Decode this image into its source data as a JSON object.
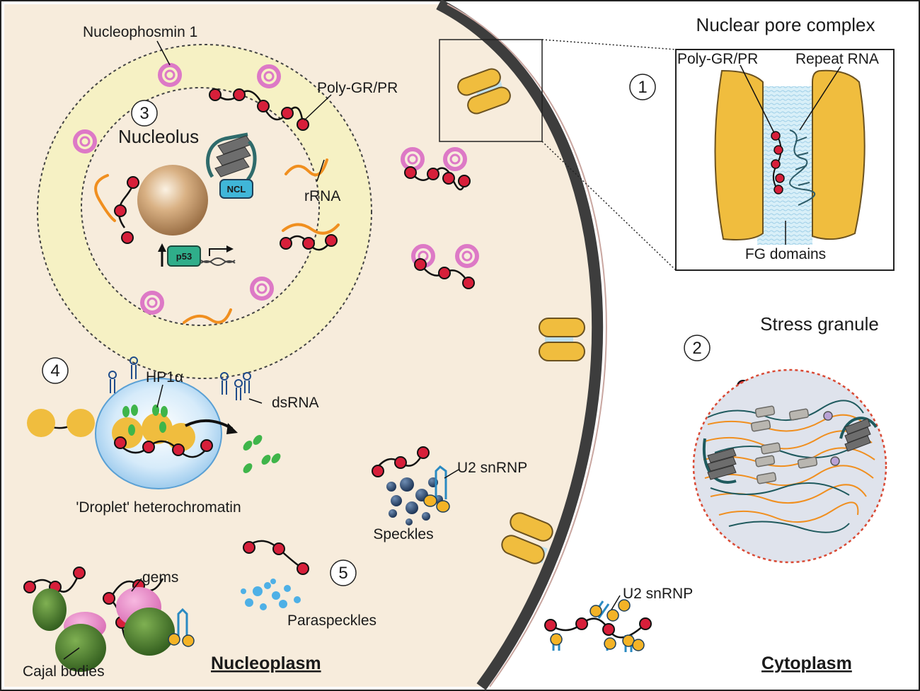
{
  "labels": {
    "nucleophosmin": "Nucleophosmin 1",
    "poly_gr_pr_nucleolus": "Poly-GR/PR",
    "nucleolus": "Nucleolus",
    "ncl": "NCL",
    "rrna": "rRNA",
    "p53": "p53",
    "npc_title": "Nuclear pore complex",
    "npc_polygr": "Poly-GR/PR",
    "npc_repeat_rna": "Repeat RNA",
    "fg_domains": "FG domains",
    "stress_granule": "Stress granule",
    "hp1a": "HP1α",
    "dsrna": "dsRNA",
    "droplet": "'Droplet' heterochromatin",
    "u2_nuclear": "U2 snRNP",
    "speckles": "Speckles",
    "gems": "gems",
    "paraspeckles": "Paraspeckles",
    "cajal": "Cajal bodies",
    "nucleoplasm": "Nucleoplasm",
    "u2_cyto": "U2 snRNP",
    "cytoplasm": "Cytoplasm"
  },
  "steps": [
    "1",
    "2",
    "3",
    "4",
    "5"
  ],
  "colors": {
    "nucleoplasm_fill": "#f7ecdc",
    "nucleolus_zone": "#f6f1c4",
    "envelope": "#3b3b3b",
    "pore": "#f0bd3e",
    "dipeptide_bead": "#d71f3a",
    "nucleophosmin": "#dd79c6",
    "rrna": "#f08f1f",
    "droplet": "#bcdcf2",
    "fg_domain": "#c7e6f4",
    "stress_granule_fill": "#dfe3ec",
    "stress_granule_border": "#d94a35",
    "speckles": "#2f4e72",
    "paraspeckles": "#4eb0e6",
    "cajal": "#4e8a2e",
    "gems": "#e98fc8"
  }
}
